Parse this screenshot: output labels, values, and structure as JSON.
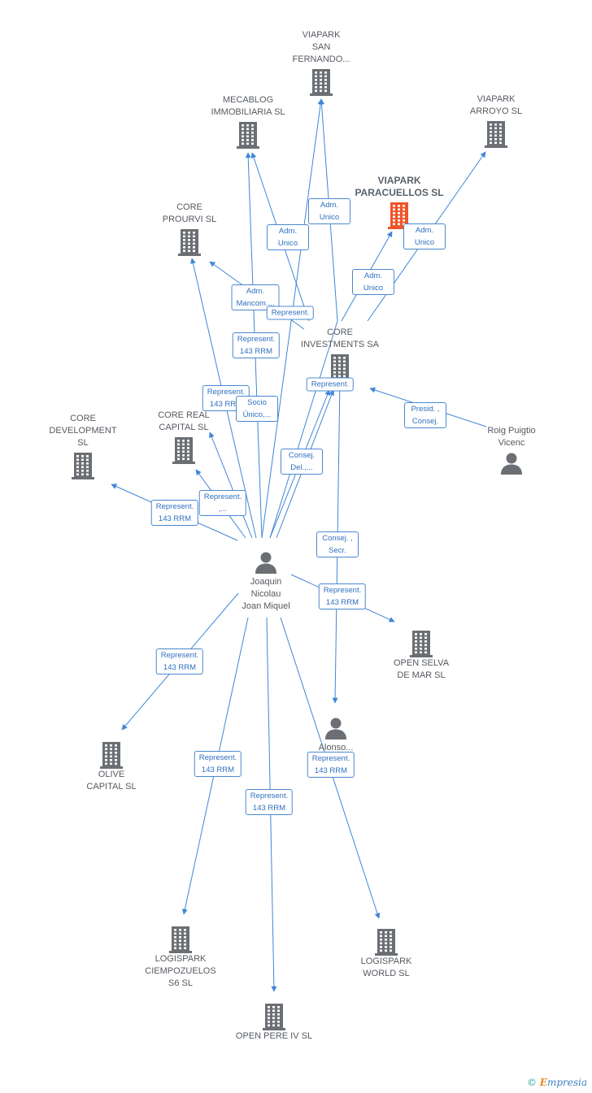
{
  "colors": {
    "edge": "#3f86d6",
    "icon": "#6b6f73",
    "focus_icon": "#f0552a",
    "label_text": "#2f6fbf"
  },
  "nodes": [
    {
      "id": "viapark_sf",
      "kind": "company",
      "label": "VIAPARK\nSAN\nFERNANDO..."
    },
    {
      "id": "mecablog",
      "kind": "company",
      "label": "MECABLOG\nIMMOBILIARIA SL"
    },
    {
      "id": "viapark_arroyo",
      "kind": "company",
      "label": "VIAPARK\nARROYO SL"
    },
    {
      "id": "viapark_paracuellos",
      "kind": "company",
      "label": "VIAPARK\nPARACUELLOS SL",
      "focus": true
    },
    {
      "id": "core_prourvi",
      "kind": "company",
      "label": "CORE\nPROURVI  SL"
    },
    {
      "id": "core_investments",
      "kind": "company",
      "label": "CORE\nINVESTMENTS SA"
    },
    {
      "id": "core_real",
      "kind": "company",
      "label": "CORE REAL\nCAPITAL SL"
    },
    {
      "id": "core_development",
      "kind": "company",
      "label": "CORE\nDEVELOPMENT\nSL"
    },
    {
      "id": "roig",
      "kind": "person",
      "label": "Roig Puigtio\nVicenc"
    },
    {
      "id": "joaquin",
      "kind": "person",
      "label": "Joaquin\nNicolau\nJoan Miquel"
    },
    {
      "id": "open_selva",
      "kind": "company",
      "label": "OPEN SELVA\nDE MAR SL"
    },
    {
      "id": "alonso",
      "kind": "person",
      "label": "Alonso..."
    },
    {
      "id": "olive",
      "kind": "company",
      "label": "OLIVE\nCAPITAL  SL"
    },
    {
      "id": "logispark_ciempozuelos",
      "kind": "company",
      "label": "LOGISPARK\nCIEMPOZUELOS\nS6 SL"
    },
    {
      "id": "logispark_world",
      "kind": "company",
      "label": "LOGISPARK\nWORLD  SL"
    },
    {
      "id": "open_pere",
      "kind": "company",
      "label": "OPEN PERE IV SL"
    }
  ],
  "edge_labels": [
    {
      "id": "adm_unico_sf",
      "text": "Adm.\nUnico"
    },
    {
      "id": "adm_unico_mecablog",
      "text": "Adm.\nUnico"
    },
    {
      "id": "adm_unico_arroyo",
      "text": "Adm.\nUnico"
    },
    {
      "id": "adm_unico_paracuellos",
      "text": "Adm.\nUnico"
    },
    {
      "id": "adm_mancom_prourvi",
      "text": "Adm.\nMancom...."
    },
    {
      "id": "represent_ci_1",
      "text": "Represent."
    },
    {
      "id": "represent_143_prourvi",
      "text": "Represent.\n143 RRM"
    },
    {
      "id": "represent_143_real",
      "text": "Represent.\n143 RRM"
    },
    {
      "id": "socio_unico",
      "text": "Socio\nÚnico,..."
    },
    {
      "id": "represent_ci_2",
      "text": "Represent."
    },
    {
      "id": "presid_consej",
      "text": "Presid. ,\nConsej."
    },
    {
      "id": "consej_del",
      "text": "Consej.\nDel.,..."
    },
    {
      "id": "represent_real_2",
      "text": "Represent.\n,..."
    },
    {
      "id": "represent_143_dev",
      "text": "Represent.\n143 RRM"
    },
    {
      "id": "consej_secr",
      "text": "Consej. ,\nSecr."
    },
    {
      "id": "represent_143_selva",
      "text": "Represent.\n143 RRM"
    },
    {
      "id": "represent_143_olive",
      "text": "Represent.\n143 RRM"
    },
    {
      "id": "represent_143_ciempozuelos",
      "text": "Represent.\n143 RRM"
    },
    {
      "id": "represent_143_world",
      "text": "Represent.\n143 RRM"
    },
    {
      "id": "represent_143_pere",
      "text": "Represent.\n143 RRM"
    }
  ],
  "footer": {
    "copyright": "©",
    "brand_first": "E",
    "brand_rest": "mpresia"
  }
}
